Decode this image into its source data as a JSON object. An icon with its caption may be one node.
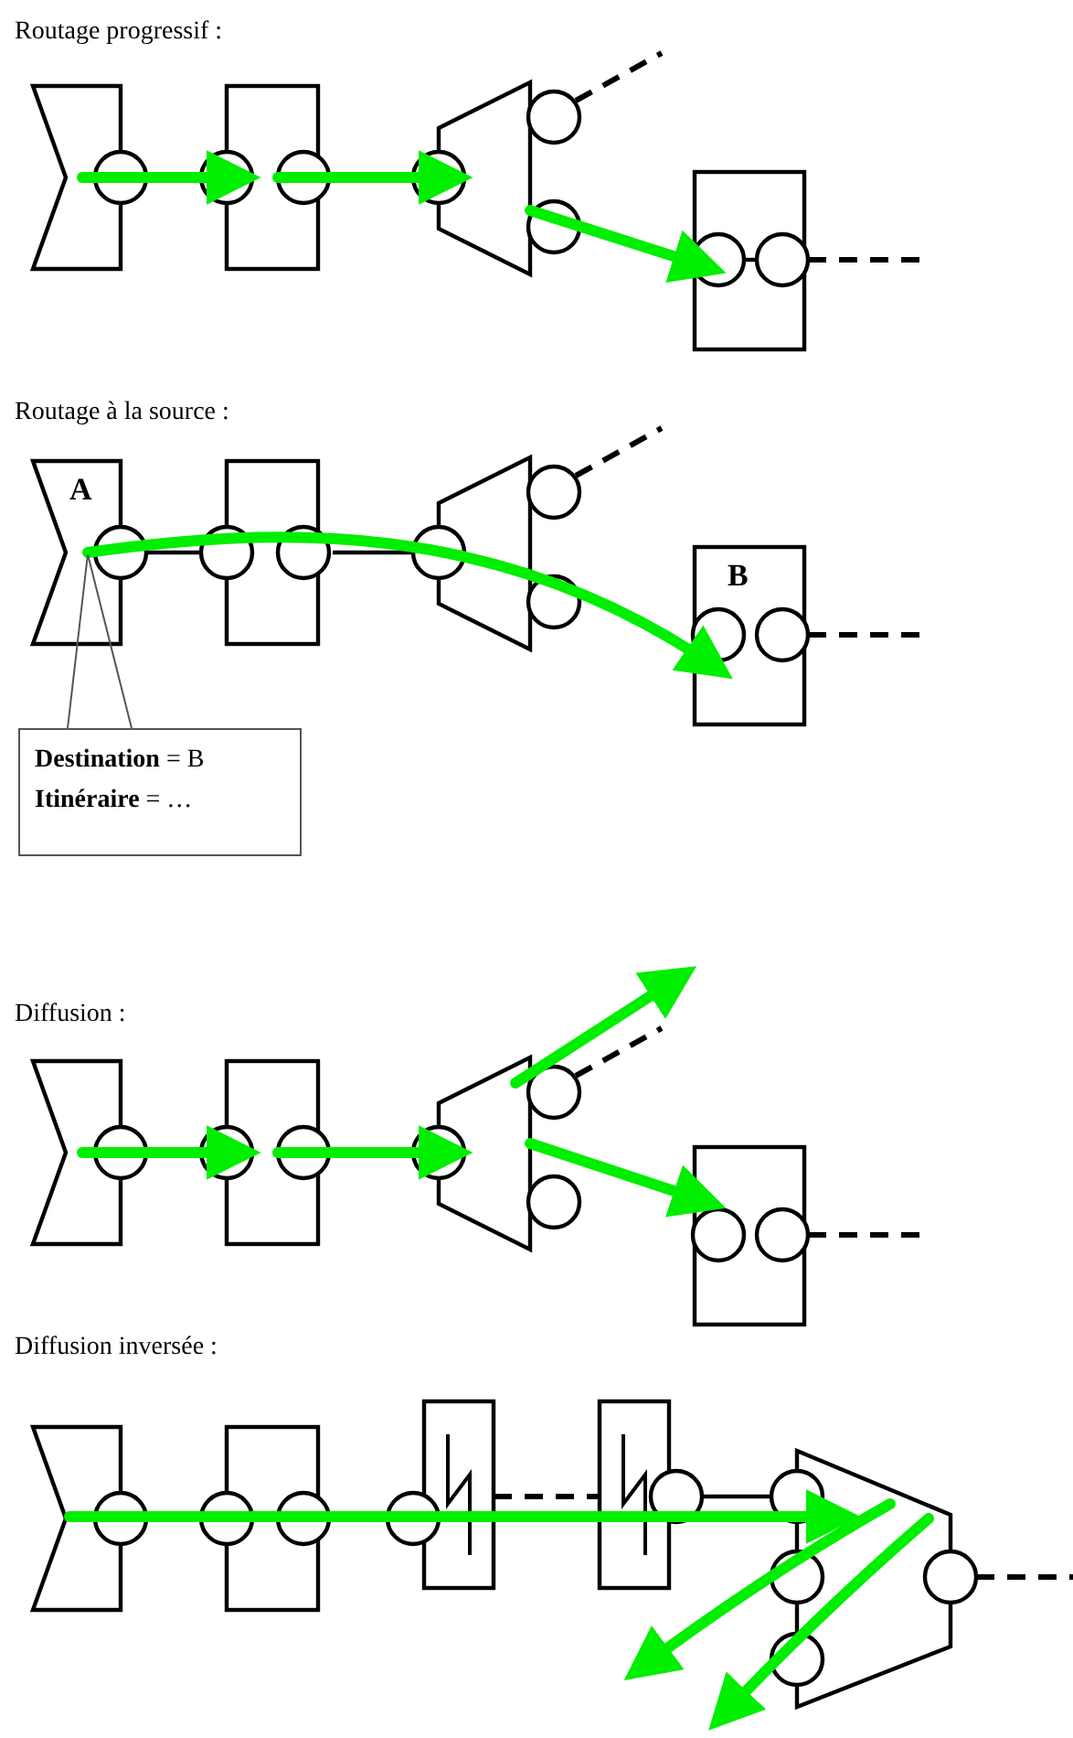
{
  "diagram": {
    "nodes": [
      {
        "text": [
          "A"
        ]
      },
      {
        "text": [
          "B"
        ]
      },
      {
        "text": [
          "**Destination** = B",
          "**Itinéraire** = …"
        ]
      }
    ],
    "edges": [
      {
        "from": 0,
        "to": 1,
        "arrow": "to",
        "style": "thick",
        "color": "#00ee00"
      },
      {
        "from": 2,
        "to": null,
        "arrow": "none",
        "color": "#555555"
      }
    ],
    "labels": [
      "Routage progressif :",
      "Routage à la source :",
      "Diffusion :",
      "Diffusion inversée :"
    ]
  }
}
